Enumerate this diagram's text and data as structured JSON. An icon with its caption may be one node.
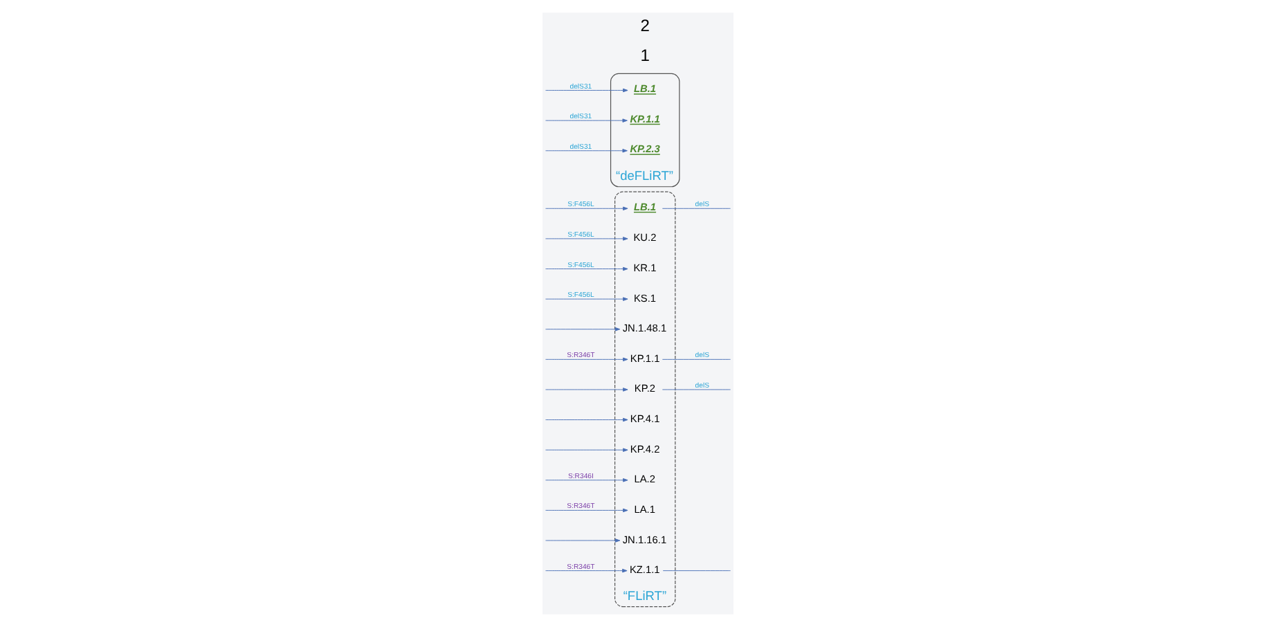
{
  "diagram": {
    "nodes": [
      {
        "text": [
          "“FLiRT”"
        ]
      },
      {
        "text": [
          "LB.1"
        ],
        "in": 0
      },
      {
        "text": [
          "KU.2"
        ],
        "in": 0
      },
      {
        "text": [
          "KR.1"
        ],
        "in": 0
      },
      {
        "text": [
          "KS.1"
        ],
        "in": 0
      },
      {
        "text": [
          "JN.1.48.1"
        ],
        "in": 0
      },
      {
        "text": [
          "KP.1.1"
        ],
        "in": 0
      },
      {
        "text": [
          "KP.2"
        ],
        "in": 0
      },
      {
        "text": [
          "KP.4.1"
        ],
        "in": 0
      },
      {
        "text": [
          "KP.4.2"
        ],
        "in": 0
      },
      {
        "text": [
          "LA.2"
        ],
        "in": 0
      },
      {
        "text": [
          "LA.1"
        ],
        "in": 0
      },
      {
        "text": [
          "JN.1.16.1"
        ],
        "in": 0
      },
      {
        "text": [
          "KZ.1.1"
        ],
        "in": 0
      },
      {
        "text": [
          "“deFLiRT”"
        ]
      },
      {
        "text": [
          "LB.1"
        ],
        "in": 14
      },
      {
        "text": [
          "KP.1.1"
        ],
        "in": 14
      },
      {
        "text": [
          "KP.2.3"
        ],
        "in": 14
      }
    ],
    "edges": [
      {
        "from": null,
        "to": 1,
        "arrow": "to",
        "label": "S:F456L"
      },
      {
        "from": null,
        "to": 2,
        "arrow": "to",
        "label": "S:F456L"
      },
      {
        "from": null,
        "to": 3,
        "arrow": "to",
        "label": "S:F456L"
      },
      {
        "from": null,
        "to": 4,
        "arrow": "to",
        "label": "S:F456L"
      },
      {
        "from": null,
        "to": 5,
        "arrow": "to"
      },
      {
        "from": null,
        "to": 6,
        "arrow": "to",
        "label": "S:R346T"
      },
      {
        "from": null,
        "to": 7,
        "arrow": "to"
      },
      {
        "from": null,
        "to": 8,
        "arrow": "to"
      },
      {
        "from": null,
        "to": 9,
        "arrow": "to"
      },
      {
        "from": null,
        "to": 10,
        "arrow": "to",
        "label": "S:R346I"
      },
      {
        "from": null,
        "to": 11,
        "arrow": "to",
        "label": "S:R346T"
      },
      {
        "from": null,
        "to": 12,
        "arrow": "to"
      },
      {
        "from": null,
        "to": 13,
        "arrow": "to",
        "label": "S:R346T"
      },
      {
        "from": 1,
        "to": null,
        "arrow": "none",
        "label": "delS"
      },
      {
        "from": 6,
        "to": null,
        "arrow": "none",
        "label": "delS"
      },
      {
        "from": 7,
        "to": null,
        "arrow": "none",
        "label": "delS"
      },
      {
        "from": 13,
        "to": null,
        "arrow": "none"
      },
      {
        "from": null,
        "to": 15,
        "arrow": "to",
        "label": "delS31"
      },
      {
        "from": null,
        "to": 16,
        "arrow": "to",
        "label": "delS31"
      },
      {
        "from": null,
        "to": 17,
        "arrow": "to",
        "label": "delS31"
      }
    ],
    "labels": [
      "1",
      "2"
    ]
  }
}
